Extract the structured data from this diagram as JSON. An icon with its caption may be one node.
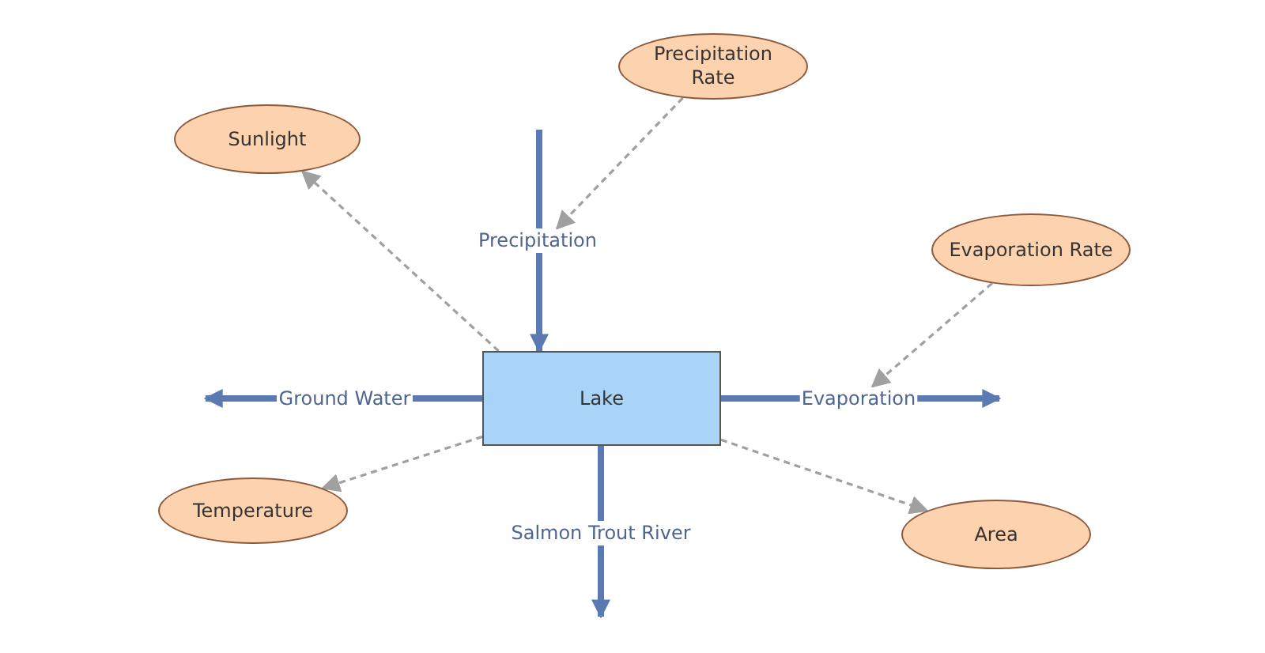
{
  "diagram": {
    "nodes": [
      {
        "text": [
          "Precipitation Rate"
        ]
      },
      {
        "text": [
          "Sunlight"
        ]
      },
      {
        "text": [
          "Precipitation"
        ]
      },
      {
        "text": [
          "Evaporation Rate"
        ]
      },
      {
        "text": [
          "Lake"
        ]
      },
      {
        "text": [
          "Ground Water"
        ]
      },
      {
        "text": [
          "Evaporation"
        ]
      },
      {
        "text": [
          "Temperature"
        ]
      },
      {
        "text": [
          "Salmon Trout River"
        ]
      },
      {
        "text": [
          "Area"
        ]
      }
    ],
    "edges": [
      {
        "from": null,
        "to": 2,
        "arrow": "none"
      },
      {
        "from": 2,
        "to": 4,
        "arrow": "to"
      },
      {
        "from": 4,
        "to": 5,
        "arrow": "none"
      },
      {
        "from": 5,
        "to": null,
        "arrow": "to"
      },
      {
        "from": 4,
        "to": 6,
        "arrow": "none"
      },
      {
        "from": 6,
        "to": null,
        "arrow": "to"
      },
      {
        "from": 4,
        "to": 8,
        "arrow": "none"
      },
      {
        "from": 8,
        "to": null,
        "arrow": "to"
      },
      {
        "from": 0,
        "to": 2,
        "arrow": "to",
        "style": "dashed",
        "color": "#a0a0a0"
      },
      {
        "from": 4,
        "to": 1,
        "arrow": "to",
        "style": "dashed",
        "color": "#a0a0a0"
      },
      {
        "from": 3,
        "to": 6,
        "arrow": "to",
        "style": "dashed",
        "color": "#a0a0a0"
      },
      {
        "from": 4,
        "to": 7,
        "arrow": "to",
        "style": "dashed",
        "color": "#a0a0a0"
      },
      {
        "from": 4,
        "to": 9,
        "arrow": "to",
        "style": "dashed",
        "color": "#a0a0a0"
      }
    ]
  }
}
